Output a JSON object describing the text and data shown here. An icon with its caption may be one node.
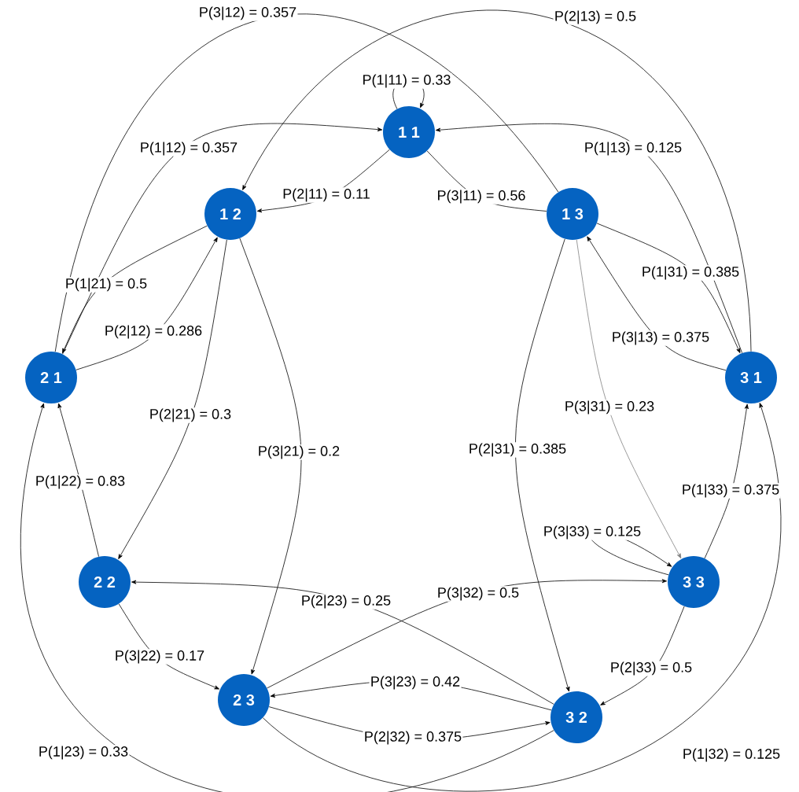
{
  "diagram": {
    "nodes": [
      {
        "text": [
          "1 1"
        ]
      },
      {
        "text": [
          "1 2"
        ]
      },
      {
        "text": [
          "1 3"
        ]
      },
      {
        "text": [
          "2 1"
        ]
      },
      {
        "text": [
          "2 2"
        ]
      },
      {
        "text": [
          "2 3"
        ]
      },
      {
        "text": [
          "3 1"
        ]
      },
      {
        "text": [
          "3 2"
        ]
      },
      {
        "text": [
          "3 3"
        ]
      }
    ],
    "edges": [
      {
        "from": 0,
        "to": 0,
        "arrow": "to",
        "label": "P(1|11) = 0.33"
      },
      {
        "from": 0,
        "to": 1,
        "arrow": "to",
        "label": "P(2|11) = 0.11"
      },
      {
        "from": 0,
        "to": 2,
        "arrow": "none",
        "label": "P(3|11) = 0.56"
      },
      {
        "from": 3,
        "to": 0,
        "arrow": "to",
        "label": "P(1|12) = 0.357"
      },
      {
        "from": 3,
        "to": 1,
        "arrow": "to",
        "label": "P(2|12) = 0.286"
      },
      {
        "from": 3,
        "to": 2,
        "arrow": "none",
        "label": "P(3|12) = 0.357"
      },
      {
        "from": 6,
        "to": 1,
        "arrow": "to",
        "label": "P(2|13) = 0.5"
      },
      {
        "from": 6,
        "to": 0,
        "arrow": "to",
        "label": "P(1|13) = 0.125"
      },
      {
        "from": 6,
        "to": 2,
        "arrow": "to",
        "label": "P(3|13) = 0.375"
      },
      {
        "from": 1,
        "to": 3,
        "arrow": "to",
        "label": "P(1|21) = 0.5"
      },
      {
        "from": 1,
        "to": 4,
        "arrow": "to",
        "label": "P(2|21) = 0.3"
      },
      {
        "from": 1,
        "to": 5,
        "arrow": "to",
        "label": "P(3|21) = 0.2"
      },
      {
        "from": 4,
        "to": 3,
        "arrow": "to",
        "label": "P(1|22) = 0.83"
      },
      {
        "from": 4,
        "to": 5,
        "arrow": "to",
        "label": "P(3|22) = 0.17"
      },
      {
        "from": 7,
        "to": 4,
        "arrow": "to",
        "label": "P(2|23) = 0.25"
      },
      {
        "from": 7,
        "to": 3,
        "arrow": "to",
        "label": "P(1|23) = 0.33"
      },
      {
        "from": 7,
        "to": 5,
        "arrow": "to",
        "label": "P(3|23) = 0.42"
      },
      {
        "from": 2,
        "to": 6,
        "arrow": "to",
        "label": "P(1|31) = 0.385"
      },
      {
        "from": 2,
        "to": 7,
        "arrow": "to",
        "label": "P(2|31) = 0.385"
      },
      {
        "from": 2,
        "to": 8,
        "arrow": "to",
        "label": "P(3|31) = 0.23",
        "color": "#808080"
      },
      {
        "from": 5,
        "to": 6,
        "arrow": "to",
        "label": "P(1|32) = 0.125"
      },
      {
        "from": 5,
        "to": 7,
        "arrow": "to",
        "label": "P(2|32) = 0.375"
      },
      {
        "from": 5,
        "to": 8,
        "arrow": "to",
        "label": "P(3|32) = 0.5"
      },
      {
        "from": 8,
        "to": 6,
        "arrow": "to",
        "label": "P(1|33) = 0.375"
      },
      {
        "from": 8,
        "to": 7,
        "arrow": "to",
        "label": "P(2|33) = 0.5"
      },
      {
        "from": 8,
        "to": 8,
        "arrow": "to",
        "label": "P(3|33) = 0.125"
      }
    ]
  }
}
